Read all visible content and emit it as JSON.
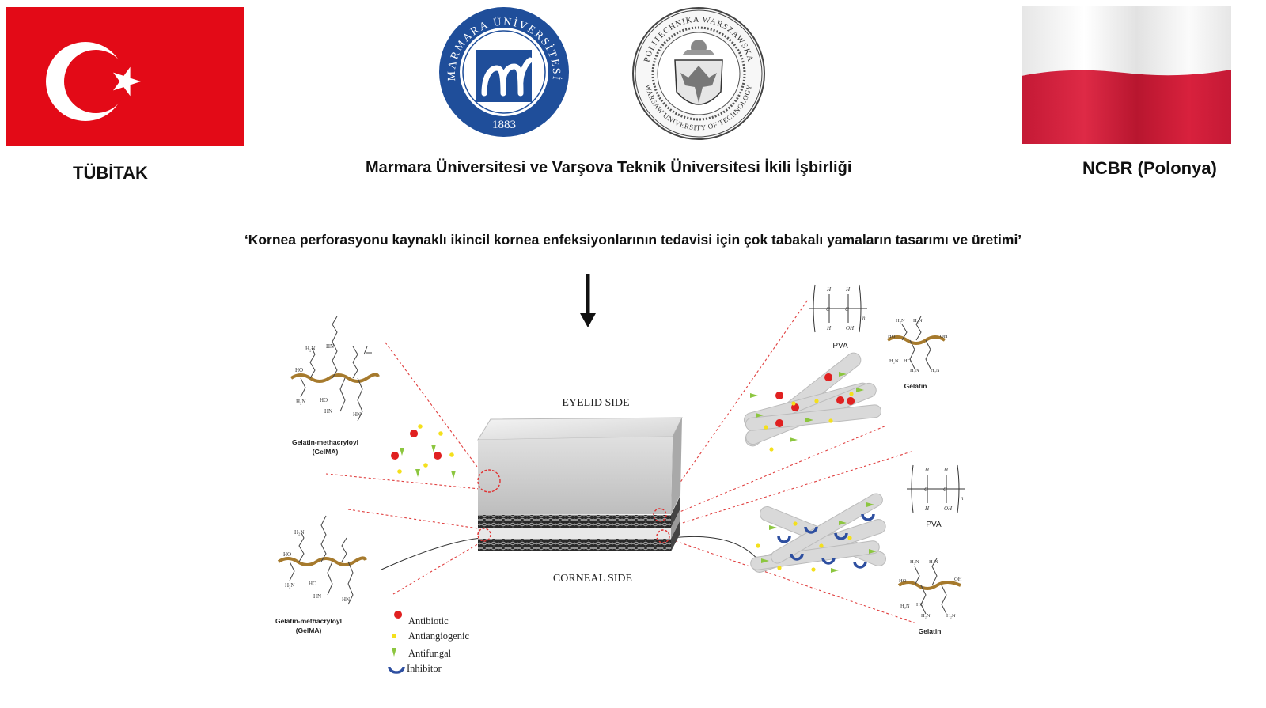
{
  "partners": {
    "turkey": {
      "caption": "TÜBİTAK",
      "flag_color": "#e30a17"
    },
    "center": {
      "caption": "Marmara  Üniversitesi  ve Varşova  Teknik  Üniversitesi  İkili  İşbirliği"
    },
    "poland": {
      "caption": "NCBR (Polonya)",
      "flag_colors": [
        "#f4f4f4",
        "#d4213d"
      ]
    }
  },
  "logos": {
    "marmara": {
      "ring_text": "MARMARA ÜNİVERSİTESİ",
      "year": "1883",
      "color": "#1f4e9a"
    },
    "warsaw": {
      "top_text": "POLITECHNIKA WARSZAWSKA",
      "bottom_text": "WARSAW UNIVERSITY OF TECHNOLOGY"
    }
  },
  "project_title": "‘Kornea perforasyonu kaynaklı ikincil kornea enfeksiyonlarının tedavisi için çok tabakalı yamaların tasarımı ve üretimi’",
  "diagram": {
    "eyelid_side": "EYELID SIDE",
    "corneal_side": "CORNEAL SIDE",
    "gelma_label_1": "Gelatin-methacryloyl",
    "gelma_label_2": "(GelMA)",
    "pva_label": "PVA",
    "gelatin_label": "Gelatin",
    "legend": [
      {
        "label": "Antibiotic",
        "icon": "red-pacman-icon",
        "color": "#e02020"
      },
      {
        "label": "Antiangiogenic",
        "icon": "yellow-dot-icon",
        "color": "#f4e01c"
      },
      {
        "label": "Antifungal",
        "icon": "green-arrow-icon",
        "color": "#8cc63f"
      },
      {
        "label": "Inhibitor",
        "icon": "blue-crescent-icon",
        "color": "#2e4fa0"
      }
    ]
  }
}
